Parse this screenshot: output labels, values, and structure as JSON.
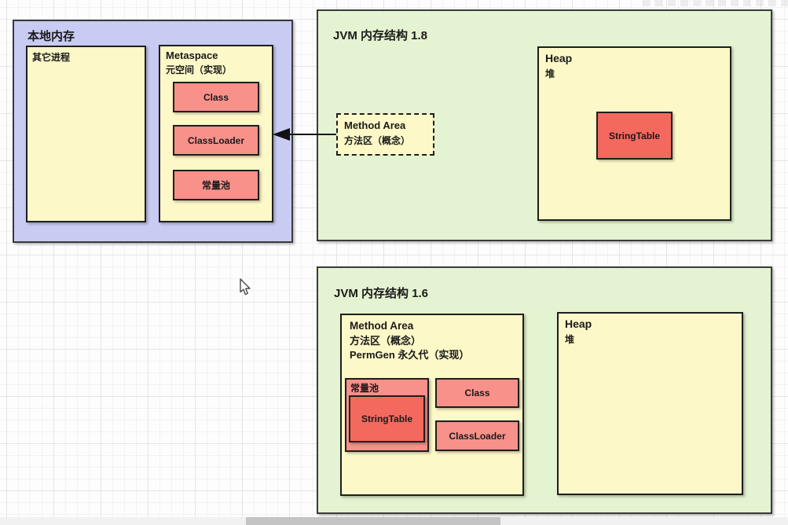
{
  "colors": {
    "lavender": "#c8cbf2",
    "yellow": "#fdf8c8",
    "green": "#e4f3d1",
    "salmon": "#f8918a",
    "red": "#f4695e",
    "border-dark": "#1e1e1e",
    "container-border": "#3a3a3a",
    "text": "#1a1a1a",
    "grid-minor": "#f2f2f2",
    "grid-major": "#e5e5e5",
    "arrow": "#111111",
    "scroll-track": "#f1f1f1",
    "scroll-thumb": "#c4c4c4"
  },
  "native_memory": {
    "title": "本地内存",
    "other_process": {
      "label": "其它进程"
    },
    "metaspace": {
      "title": "Metaspace",
      "subtitle": "元空间（实现）",
      "items": [
        {
          "label": "Class"
        },
        {
          "label": "ClassLoader"
        },
        {
          "label": "常量池"
        }
      ]
    }
  },
  "jvm18": {
    "title": "JVM 内存结构 1.8",
    "method_area": {
      "line1": "Method Area",
      "line2": "方法区（概念）"
    },
    "heap": {
      "title": "Heap",
      "subtitle": "堆",
      "string_table": "StringTable"
    }
  },
  "jvm16": {
    "title": "JVM 内存结构 1.6",
    "method_area": {
      "line1": "Method Area",
      "line2": "方法区（概念）",
      "line3": "PermGen 永久代（实现）",
      "constant_pool": {
        "label": "常量池",
        "string_table": "StringTable"
      },
      "class_label": "Class",
      "classloader_label": "ClassLoader"
    },
    "heap": {
      "title": "Heap",
      "subtitle": "堆"
    }
  }
}
